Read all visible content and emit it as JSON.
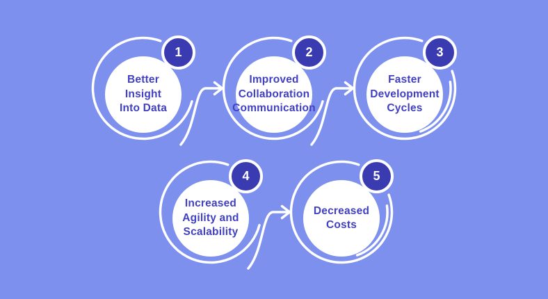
{
  "diagram": {
    "name": "five-step process diagram",
    "rows": 2
  },
  "steps": [
    {
      "number": "1",
      "label": "Better\nInsight\nInto Data"
    },
    {
      "number": "2",
      "label": "Improved\nCollaboration\nCommunication"
    },
    {
      "number": "3",
      "label": "Faster\nDevelopment\nCycles"
    },
    {
      "number": "4",
      "label": "Increased\nAgility and\nScalability"
    },
    {
      "number": "5",
      "label": "Decreased\nCosts"
    }
  ],
  "icons": [
    {
      "name": "arrow-right-icon",
      "between": [
        "1",
        "2"
      ]
    },
    {
      "name": "arrow-right-icon",
      "between": [
        "2",
        "3"
      ]
    },
    {
      "name": "arrow-right-icon",
      "between": [
        "4",
        "5"
      ]
    }
  ],
  "colors": {
    "background": "#7d90ee",
    "badge": "#3a3bb1",
    "text": "#4140c2",
    "circle": "#ffffff"
  }
}
